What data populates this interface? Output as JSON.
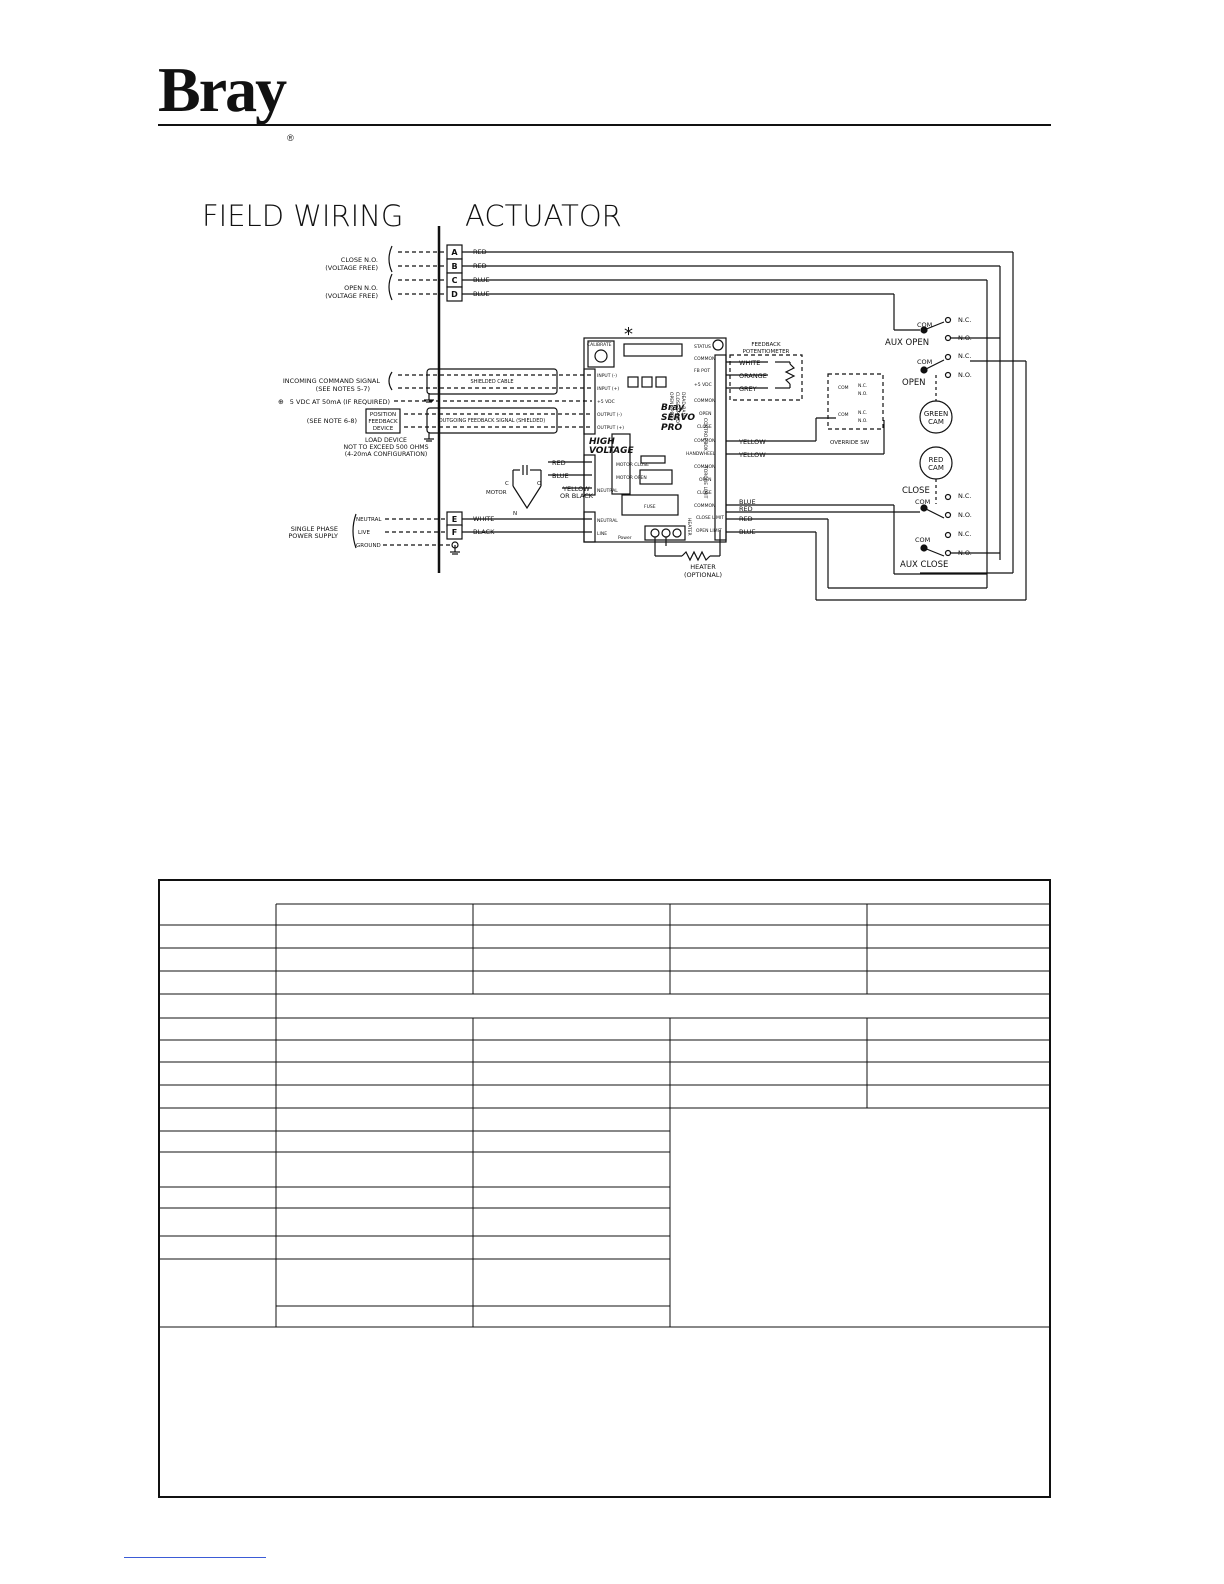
{
  "header": {
    "logo_text": "Bray",
    "logo_mark": "®"
  },
  "diagram": {
    "left_heading": "FIELD WIRING",
    "right_heading": "ACTUATOR",
    "asterisk": "*",
    "field": {
      "close_no": [
        "CLOSE N.O.",
        "(VOLTAGE FREE)"
      ],
      "open_no": [
        "OPEN N.O.",
        "(VOLTAGE FREE)"
      ],
      "incoming": [
        "INCOMING COMMAND SIGNAL",
        "(SEE NOTES 5-7)"
      ],
      "vdc": "5 VDC AT 50mA (IF REQUIRED)",
      "vdc_symbol": "⊕",
      "see_note": "(SEE NOTE 6-8)",
      "position_device": [
        "POSITION",
        "FEEDBACK",
        "DEVICE"
      ],
      "load_device": [
        "LOAD DEVICE",
        "NOT TO EXCEED 500 OHMS",
        "(4-20mA CONFIGURATION)"
      ],
      "single_phase": [
        "SINGLE PHASE",
        "POWER SUPPLY"
      ],
      "neutral": "NEUTRAL",
      "live": "LIVE",
      "ground": "GROUND",
      "motor": "MOTOR",
      "motor_c": "C",
      "motor_o": "O",
      "motor_n": "N"
    },
    "terminals": [
      "A",
      "B",
      "C",
      "D",
      "E",
      "F"
    ],
    "terminal_wires": [
      "RED",
      "RED",
      "BLUE",
      "BLUE",
      "WHITE",
      "BLACK"
    ],
    "cables": {
      "shielded": "SHIELDED CABLE",
      "outgoing": "OUTGOING FEEDBACK SIGNAL (SHIELDED)"
    },
    "board": {
      "calibrate": "CALIBRATE",
      "status": "STATUS",
      "inputs": [
        "INPUT (-)",
        "INPUT (+)",
        "+5 VDC",
        "OUTPUT (-)",
        "OUTPUT (+)"
      ],
      "right_terms": [
        "COMMON",
        "FB POT",
        "+5 VDC",
        "COMMON",
        "OPEN",
        "CLOSE",
        "COMMON",
        "HANDWHEEL",
        "COMMON",
        "OPEN",
        "CLOSE",
        "COMMON",
        "CLOSE LIMIT",
        "OPEN LIMIT"
      ],
      "side_labels": [
        "CONTROL BOX",
        "TORQUE LIMIT"
      ],
      "brand": [
        "Bray",
        "SERVO",
        "PRO"
      ],
      "pot_labels": [
        "DEAD BAND",
        "CLOSE SPEED",
        "OPEN SPEED"
      ],
      "high_voltage": [
        "HIGH",
        "VOLTAGE"
      ],
      "hv_terms": [
        "MOTOR CLOSE",
        "MOTOR OPEN",
        "NEUTRAL"
      ],
      "fuse": "FUSE",
      "neutral": "NEUTRAL",
      "line": "LINE",
      "heater_term": "HEATER",
      "power": "Power"
    },
    "feedback_pot": {
      "title": [
        "FEEDBACK",
        "POTENTIOMETER"
      ],
      "wires": [
        "WHITE",
        "ORANGE",
        "GREY"
      ]
    },
    "override": {
      "label": "OVERRIDE SW",
      "com": "COM",
      "nc": "N.C.",
      "no": "N.O."
    },
    "yellow": [
      "YELLOW",
      "YELLOW"
    ],
    "motor_wires": [
      "RED",
      "BLUE",
      "YELLOW",
      "OR BLACK"
    ],
    "limit_wires": [
      "BLUE",
      "RED",
      "RED",
      "BLUE"
    ],
    "heater": [
      "HEATER",
      "(OPTIONAL)"
    ],
    "switches": {
      "aux_open": "AUX OPEN",
      "open": "OPEN",
      "close": "CLOSE",
      "aux_close": "AUX CLOSE",
      "com": "COM",
      "nc": "N.C.",
      "no": "N.O.",
      "green_cam": [
        "GREEN",
        "CAM"
      ],
      "red_cam": [
        "RED",
        "CAM"
      ]
    }
  }
}
